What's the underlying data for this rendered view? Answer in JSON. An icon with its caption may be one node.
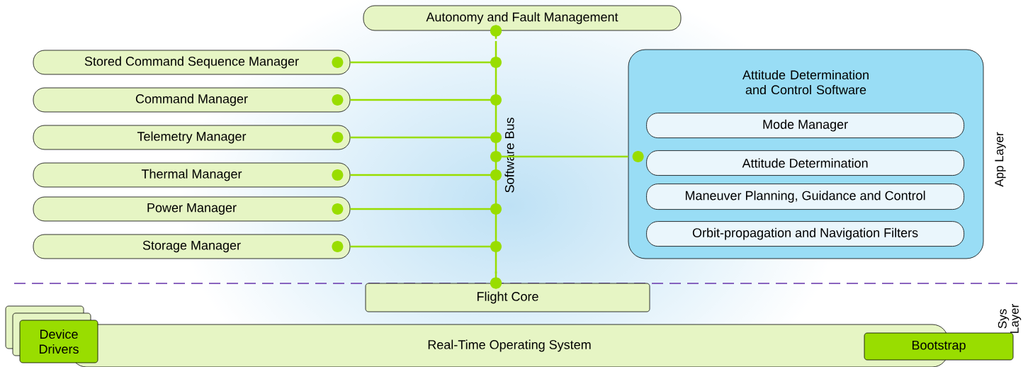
{
  "diagram": {
    "nodes": [
      {
        "text": [
          "Autonomy and Fault Management"
        ]
      },
      {
        "text": [
          "Stored Command Sequence Manager"
        ]
      },
      {
        "text": [
          "Command Manager"
        ]
      },
      {
        "text": [
          "Telemetry Manager"
        ]
      },
      {
        "text": [
          "Thermal Manager"
        ]
      },
      {
        "text": [
          "Power Manager"
        ]
      },
      {
        "text": [
          "Storage Manager"
        ]
      },
      {
        "text": [
          "Software Bus"
        ]
      },
      {
        "text": [
          "Attitude Determination and Control Software"
        ]
      },
      {
        "text": [
          "Mode Manager"
        ],
        "in": 8
      },
      {
        "text": [
          "Attitude Determination"
        ],
        "in": 8
      },
      {
        "text": [
          "Maneuver Planning, Guidance and Control"
        ],
        "in": 8
      },
      {
        "text": [
          "Orbit-propagation and Navigation Filters"
        ],
        "in": 8
      },
      {
        "text": [
          "Flight Core"
        ]
      },
      {
        "text": [
          "Real-Time Operating System"
        ]
      },
      {
        "text": [
          "Device Drivers"
        ]
      },
      {
        "text": [
          "Bootstrap"
        ]
      }
    ],
    "edges": [
      {
        "from": 0,
        "to": 7,
        "arrow": "other"
      },
      {
        "from": 1,
        "to": 7,
        "arrow": "other"
      },
      {
        "from": 2,
        "to": 7,
        "arrow": "other"
      },
      {
        "from": 3,
        "to": 7,
        "arrow": "other"
      },
      {
        "from": 4,
        "to": 7,
        "arrow": "other"
      },
      {
        "from": 5,
        "to": 7,
        "arrow": "other"
      },
      {
        "from": 6,
        "to": 7,
        "arrow": "other"
      },
      {
        "from": 7,
        "to": 8,
        "arrow": "other"
      },
      {
        "from": 7,
        "to": 13,
        "arrow": "other"
      }
    ],
    "labels": [
      "App Layer",
      "Sys Layer"
    ]
  }
}
